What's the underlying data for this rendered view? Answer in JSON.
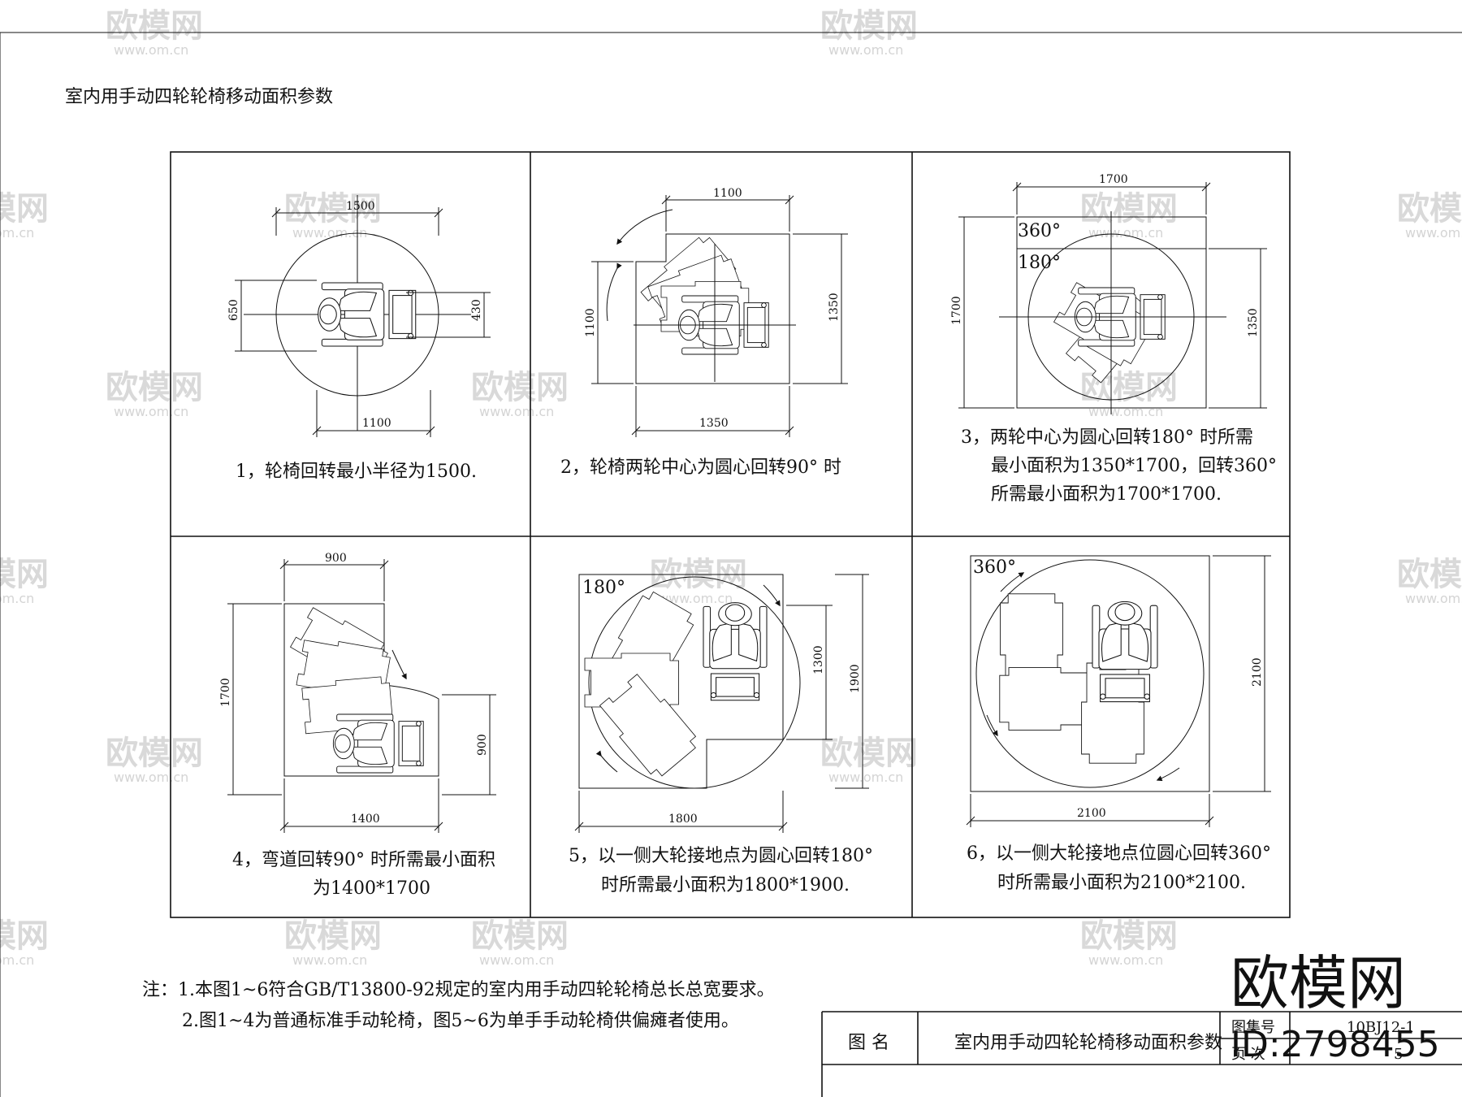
{
  "title": "室内用手动四轮轮椅移动面积参数",
  "panels": [
    {
      "id": 1,
      "caption_lines": [
        "1，轮椅回转最小半径为1500."
      ],
      "dims": {
        "top": "1500",
        "bottom": "1100",
        "left": "650",
        "right": "430"
      }
    },
    {
      "id": 2,
      "caption_lines": [
        "2，轮椅两轮中心为圆心回转90° 时"
      ],
      "dims": {
        "top": "1100",
        "bottom": "1350",
        "left": "1100",
        "right": "1350"
      }
    },
    {
      "id": 3,
      "caption_lines": [
        "3，两轮中心为圆心回转180° 时所需",
        "最小面积为1350*1700，回转360°",
        "所需最小面积为1700*1700."
      ],
      "dims": {
        "top": "1700",
        "left": "1700",
        "right": "1350"
      },
      "angle_labels": [
        "360°",
        "180°"
      ]
    },
    {
      "id": 4,
      "caption_lines": [
        "4，弯道回转90° 时所需最小面积",
        "为1400*1700"
      ],
      "dims": {
        "top": "900",
        "bottom": "1400",
        "left": "1700",
        "right": "900"
      }
    },
    {
      "id": 5,
      "caption_lines": [
        "5，以一侧大轮接地点为圆心回转180°",
        "时所需最小面积为1800*1900."
      ],
      "dims": {
        "bottom": "1800",
        "right_inner": "1300",
        "right_outer": "1900"
      },
      "angle_labels": [
        "180°"
      ]
    },
    {
      "id": 6,
      "caption_lines": [
        "6，以一侧大轮接地点位圆心回转360°",
        "时所需最小面积为2100*2100."
      ],
      "dims": {
        "bottom": "2100",
        "right": "2100"
      },
      "angle_labels": [
        "360°"
      ]
    }
  ],
  "notes": [
    "注：1.本图1~6符合GB/T13800-92规定的室内用手动四轮轮椅总长总宽要求。",
    "2.图1~4为普通标准手动轮椅，图5~6为单手手动轮椅供偏瘫者使用。"
  ],
  "title_block": {
    "name_label": "图 名",
    "name_value": "室内用手动四轮轮椅移动面积参数",
    "atlas_label": "图集号",
    "atlas_value": "10BJ12-1",
    "page_label": "页 次",
    "page_value": "5"
  },
  "watermark": {
    "brand": "欧模网",
    "url": "www.om.cn",
    "id_text": "ID:2798455"
  }
}
